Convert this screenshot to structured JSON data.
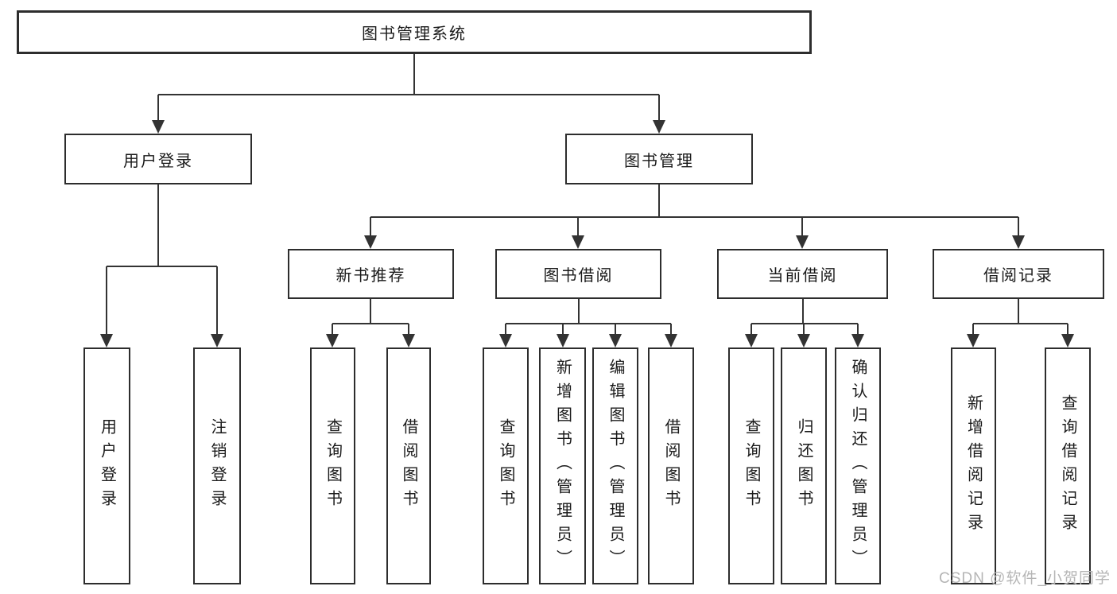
{
  "diagram": {
    "root": {
      "label": "图书管理系统"
    },
    "branches": [
      {
        "label": "用户登录",
        "children": [
          {
            "label": "用户登录"
          },
          {
            "label": "注销登录"
          }
        ]
      },
      {
        "label": "图书管理",
        "children": [
          {
            "label": "新书推荐",
            "children": [
              {
                "label": "查询图书"
              },
              {
                "label": "借阅图书"
              }
            ]
          },
          {
            "label": "图书借阅",
            "children": [
              {
                "label": "查询图书"
              },
              {
                "label": "新增图书（管理员）"
              },
              {
                "label": "编辑图书（管理员）"
              },
              {
                "label": "借阅图书"
              }
            ]
          },
          {
            "label": "当前借阅",
            "children": [
              {
                "label": "查询图书"
              },
              {
                "label": "归还图书"
              },
              {
                "label": "确认归还（管理员）"
              }
            ]
          },
          {
            "label": "借阅记录",
            "children": [
              {
                "label": "新增借阅记录"
              },
              {
                "label": "查询借阅记录"
              }
            ]
          }
        ]
      }
    ]
  },
  "watermark": {
    "text": "CSDN @软件_小贺同学"
  },
  "colors": {
    "line": "#333333",
    "border": "#2d2d2d",
    "text": "#1a1a1a",
    "watermark": "#b5b5b5"
  }
}
